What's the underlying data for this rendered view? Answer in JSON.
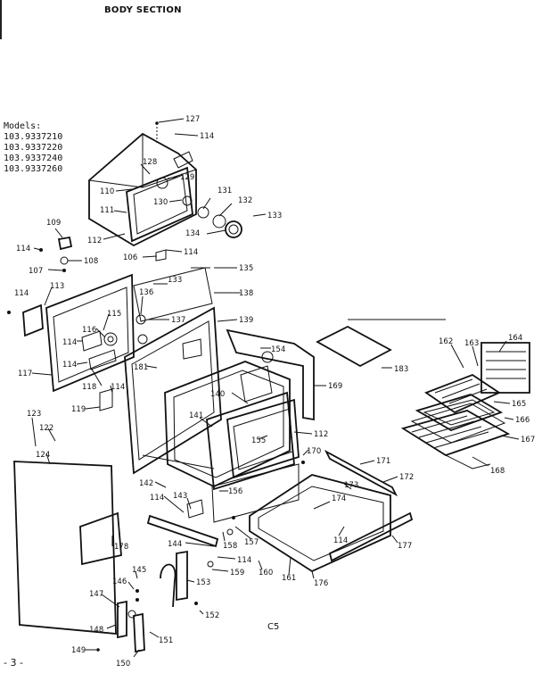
{
  "title": "BODY SECTION",
  "models_heading": "Models:",
  "models": [
    "103.9337210",
    "103.9337220",
    "103.9337240",
    "103.9337260"
  ],
  "page_number": "- 3 -",
  "diagram_code": "C5",
  "part_labels": {
    "p127": "127",
    "p114a": "114",
    "p128": "128",
    "p129": "129",
    "p110": "110",
    "p130": "130",
    "p131": "131",
    "p132": "132",
    "p111": "111",
    "p133a": "133",
    "p134": "134",
    "p112a": "112",
    "p109": "109",
    "p114b": "114",
    "p108": "108",
    "p106": "106",
    "p114c": "114",
    "p107": "107",
    "p135": "135",
    "p133b": "133",
    "p136": "136",
    "p138": "138",
    "p114d": "114",
    "p113": "113",
    "p115": "115",
    "p137": "137",
    "p139": "139",
    "p116": "116",
    "p114e": "114",
    "p154": "154",
    "p183": "183",
    "p114f": "114",
    "p181": "181",
    "p117": "117",
    "p140": "140",
    "p169": "169",
    "p118": "118",
    "p114g": "114",
    "p162": "162",
    "p163": "163",
    "p164": "164",
    "p119": "119",
    "p141": "141",
    "p165": "165",
    "p166": "166",
    "p123": "123",
    "p112b": "112",
    "p155": "155",
    "p167": "167",
    "p122": "122",
    "p170": "170",
    "p124": "124",
    "p171": "171",
    "p168": "168",
    "p142": "142",
    "p172": "172",
    "p156": "156",
    "p173": "173",
    "p114h": "114",
    "p143": "143",
    "p174": "174",
    "p178": "178",
    "p158": "158",
    "p157": "157",
    "p114i": "114",
    "p177": "177",
    "p144": "144",
    "p114j": "114",
    "p145": "145",
    "p159": "159",
    "p160": "160",
    "p161": "161",
    "p176": "176",
    "p146": "146",
    "p153": "153",
    "p147": "147",
    "p152": "152",
    "p148": "148",
    "p151": "151",
    "p149": "149",
    "p150": "150"
  }
}
